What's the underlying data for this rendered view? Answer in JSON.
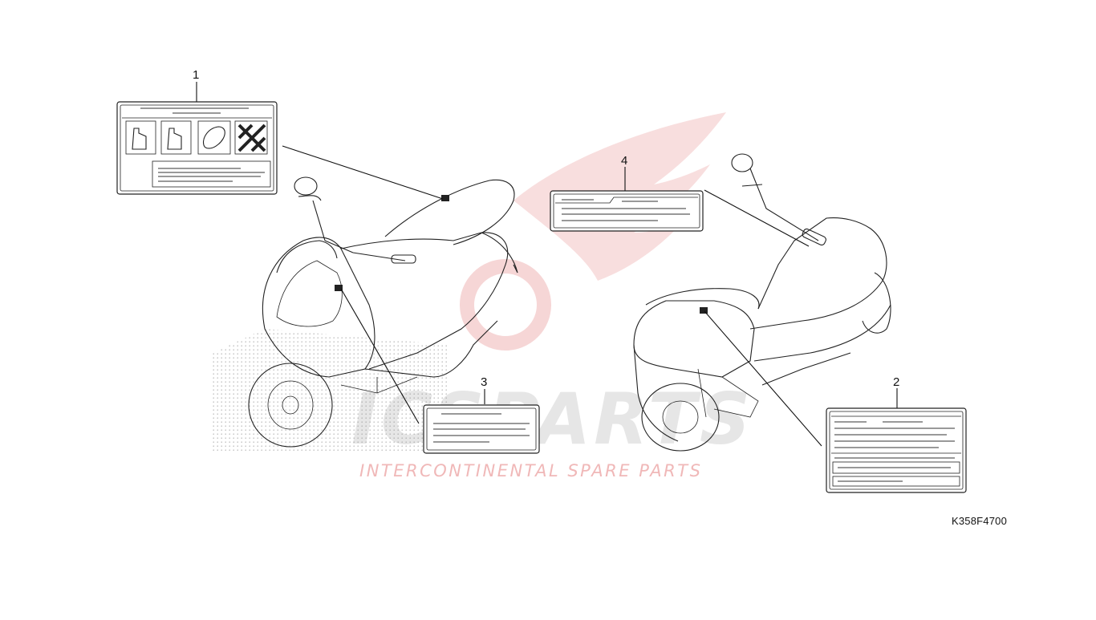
{
  "watermark": {
    "brand": "ICSPARTS",
    "tagline": "INTERCONTINENTAL SPARE PARTS",
    "accent_color": "#e06060"
  },
  "callouts": [
    {
      "number": "1"
    },
    {
      "number": "2"
    },
    {
      "number": "3"
    },
    {
      "number": "4"
    }
  ],
  "drawing_code": "K358F4700"
}
